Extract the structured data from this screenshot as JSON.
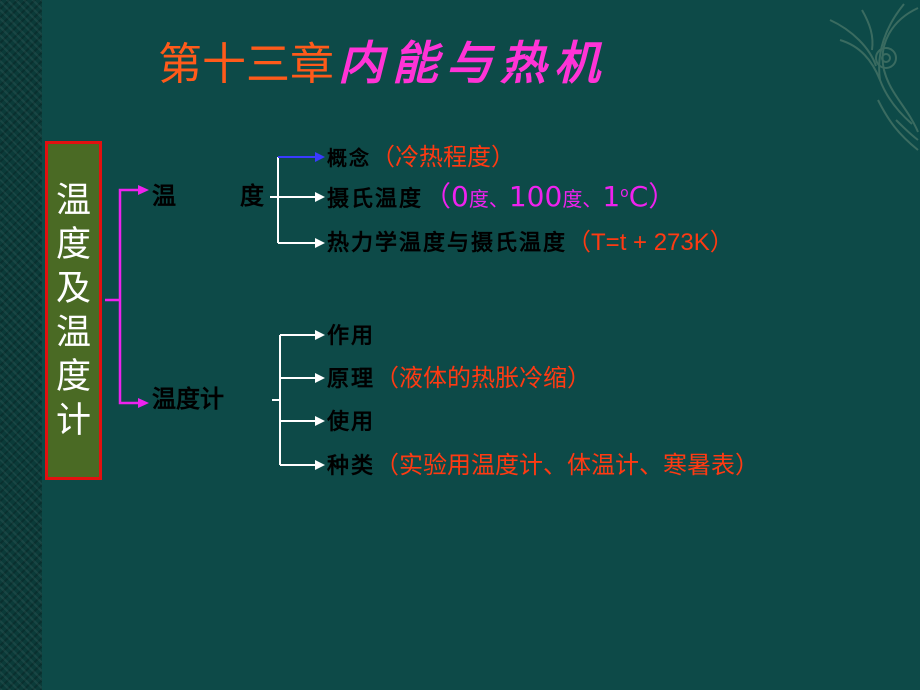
{
  "title": {
    "prefix": "第十三章",
    "highlight": "内能与热机"
  },
  "main_box": {
    "label": "温度及温度计"
  },
  "branches": [
    {
      "label_a": "温",
      "label_b": "度",
      "items": [
        {
          "label": "概念",
          "note": "（冷热程度）"
        },
        {
          "label": "摄氏温度",
          "note_open": "（",
          "note_0": "0",
          "note_du1": "度、",
          "note_100": "100",
          "note_du2": "度、",
          "note_1": "1",
          "note_o": "o",
          "note_c": "C",
          "note_close": "）"
        },
        {
          "label": "热力学温度与摄氏温度",
          "note": "（T=t + 273K）"
        }
      ]
    },
    {
      "label": "温度计",
      "items": [
        {
          "label": "作用",
          "note": ""
        },
        {
          "label": "原理",
          "note": "（液体的热胀冷缩）"
        },
        {
          "label": "使用",
          "note": ""
        },
        {
          "label": "种类",
          "note": "（实验用温度计、体温计、寒暑表）"
        }
      ]
    }
  ],
  "colors": {
    "background": "#0d4a48",
    "title_prefix": "#ff5a1a",
    "title_highlight": "#ff33d6",
    "box_border": "#e21010",
    "box_fill": "#4a6a24",
    "bracket_magenta": "#ee22ee",
    "bracket_white": "#ffffff",
    "bracket_blue": "#3a3aff",
    "note_red": "#ff3a12"
  }
}
